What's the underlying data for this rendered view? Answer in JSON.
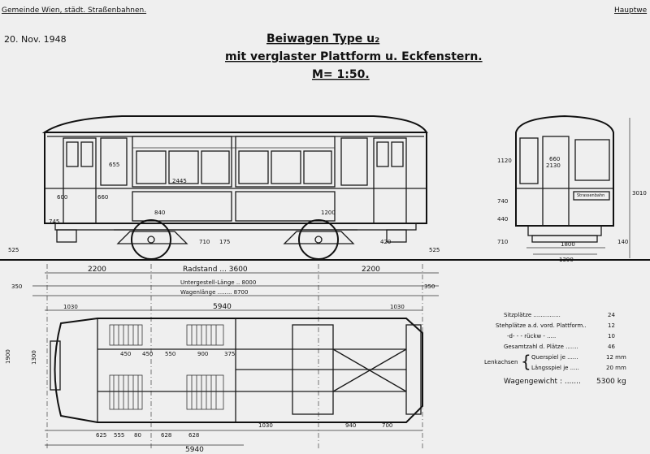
{
  "header": {
    "authority": "Gemeinde Wien, städt. Straßenbahnen.",
    "department": "Hauptwe",
    "date": "20. Nov. 1948",
    "title_line1": "Beiwagen Type u₂",
    "title_line2": "mit verglaster Plattform u. Eckfenstern.",
    "scale": "M= 1:50."
  },
  "side_view": {
    "dims": {
      "window_h": "655",
      "window_w": "2445",
      "seat_h": "600",
      "side_h": "660",
      "floor_h": "745",
      "left_w": "840",
      "right_w": "1200",
      "wheel_h": "710",
      "axle": "175",
      "step": "420",
      "ground": "525"
    }
  },
  "end_view": {
    "dims": {
      "roof": "1120",
      "win": "660",
      "win_w": "2130",
      "wall": "740",
      "floor": "440",
      "base": "710",
      "w1": "1800",
      "w2": "1390",
      "total_h": "3010",
      "right": "140",
      "plate": "Strassenbahn"
    }
  },
  "dimensions": {
    "left_overhang": "2200",
    "wheelbase_label": "Radstand ... 3600",
    "right_overhang": "2200",
    "frame_label": "Untergestell-Länge .. 8000",
    "car_label": "Wagenlänge ........ 8700",
    "end_left": "350",
    "end_right": "350",
    "plat_left": "1030",
    "body": "5940",
    "plat_right": "1030",
    "side_left": "1900",
    "side_mid": "1300",
    "seat_dims": [
      "450",
      "450",
      "550",
      "900",
      "375"
    ],
    "bottom_total": "5940",
    "bottom_dims": [
      "625",
      "555",
      "80",
      "628",
      "628",
      "1030",
      "940",
      "700"
    ]
  },
  "specs": [
    {
      "label": "Sitzplätze ...............",
      "value": "24"
    },
    {
      "label": "Stehplätze a.d. vord. Plattform..",
      "value": "12"
    },
    {
      "label": "-d-      - - rückw  - .....",
      "value": "10"
    },
    {
      "label": "Gesamtzahl d. Plätze .......",
      "value": "46"
    },
    {
      "label": "Querspiel je ......",
      "value": "12 mm"
    },
    {
      "label": "Längsspiel je .....",
      "value": "20 mm"
    },
    {
      "label": "Wagengewicht : .......",
      "value": "5300 kg"
    }
  ],
  "lenkachsen": "Lenkachsen"
}
